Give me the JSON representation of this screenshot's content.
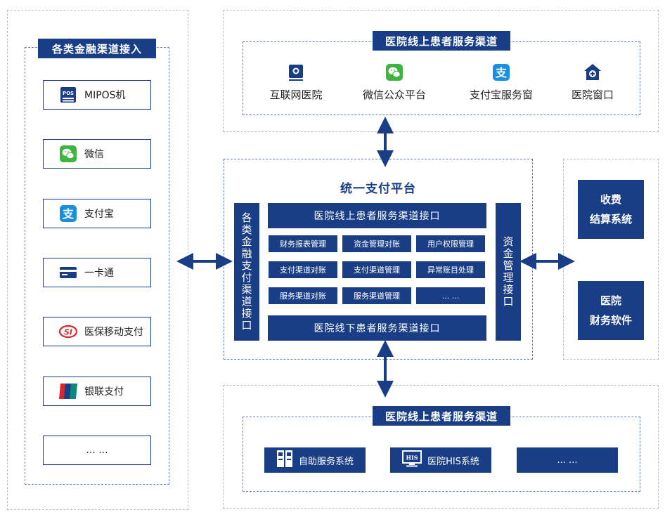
{
  "left_panel": {
    "title": "各类金融渠道接入",
    "items": [
      {
        "label": "MIPOS机",
        "icon": "pos-icon"
      },
      {
        "label": "微信",
        "icon": "wechat-icon"
      },
      {
        "label": "支付宝",
        "icon": "alipay-icon"
      },
      {
        "label": "一卡通",
        "icon": "card-icon"
      },
      {
        "label": "医保移动支付",
        "icon": "medical-insurance-icon"
      },
      {
        "label": "银联支付",
        "icon": "unionpay-icon"
      },
      {
        "label": "... ...",
        "icon": ""
      }
    ]
  },
  "top_panel": {
    "title": "医院线上患者服务渠道",
    "items": [
      {
        "label": "互联网医院",
        "icon": "internet-hospital-icon"
      },
      {
        "label": "微信公众平台",
        "icon": "wechat-icon"
      },
      {
        "label": "支付宝服务窗",
        "icon": "alipay-icon"
      },
      {
        "label": "医院窗口",
        "icon": "hospital-window-icon"
      }
    ]
  },
  "center_panel": {
    "title": "统一支付平台",
    "left_column": "各类金融支付渠道接口",
    "right_column": "资金管理接口",
    "top_bar": "医院线上患者服务渠道接口",
    "bottom_bar": "医院线下患者服务渠道接口",
    "grid": [
      [
        "财务报表管理",
        "资金管理对账",
        "用户权限管理"
      ],
      [
        "支付渠道对账",
        "支付渠道管理",
        "异常账目处理"
      ],
      [
        "服务渠道对账",
        "服务渠道管理",
        "... ..."
      ]
    ]
  },
  "right_panel": {
    "items": [
      "收费\n结算系统",
      "医院\n财务软件"
    ]
  },
  "bottom_panel": {
    "title": "医院线上患者服务渠道",
    "items": [
      {
        "label": "自助服务系统",
        "icon": "kiosk-icon"
      },
      {
        "label": "医院HIS系统",
        "icon": "his-monitor-icon",
        "icon_text": "HIS"
      },
      {
        "label": "... ...",
        "icon": ""
      }
    ]
  },
  "colors": {
    "navy": "#1a3e86",
    "dash_gray": "#b9bec6",
    "dash_blue": "#5f7fb8"
  }
}
